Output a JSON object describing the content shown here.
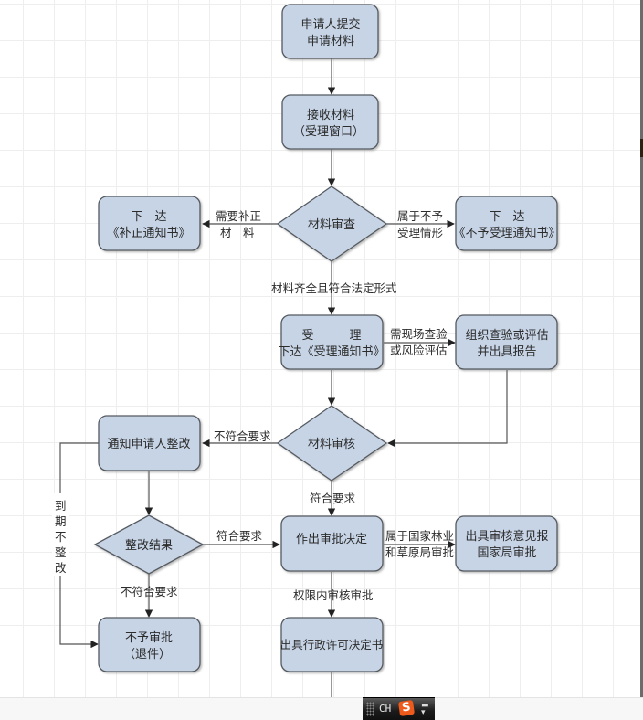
{
  "diagram": {
    "title": "行政许可审批流程图",
    "colors": {
      "node_fill": "#c6d4e6",
      "node_stroke": "#555a60",
      "edge": "#555555",
      "text": "#2c2c2c",
      "grid": "#eeeeee"
    },
    "nodes": {
      "submit": {
        "lines": [
          "申请人提交",
          "申请材料"
        ]
      },
      "receive": {
        "lines": [
          "接收材料",
          "（受理窗口）"
        ]
      },
      "material_check": {
        "lines": [
          "材料审查"
        ]
      },
      "correction_notice": {
        "lines": [
          "下　达",
          "《补正通知书》"
        ]
      },
      "rejection_notice": {
        "lines": [
          "下　达",
          "《不予受理通知书》"
        ]
      },
      "accept": {
        "lines": [
          "受　　　理",
          "下达《受理通知书》"
        ]
      },
      "inspection": {
        "lines": [
          "组织查验或评估",
          "并出具报告"
        ]
      },
      "material_review": {
        "lines": [
          "材料审核"
        ]
      },
      "notify_rectify": {
        "lines": [
          "通知申请人整改"
        ]
      },
      "rectify_result": {
        "lines": [
          "整改结果"
        ]
      },
      "decision": {
        "lines": [
          "作出审批决定"
        ]
      },
      "national_report": {
        "lines": [
          "出具审核意见报",
          "国家局审批"
        ]
      },
      "deny": {
        "lines": [
          "不予审批",
          "（退件）"
        ]
      },
      "permit": {
        "lines": [
          "出具行政许可决定书"
        ]
      }
    },
    "edges": {
      "need_correction": {
        "lines": [
          "需要补正",
          "材　料"
        ]
      },
      "not_acceptable": {
        "lines": [
          "属于不予",
          "受理情形"
        ]
      },
      "complete_and_legal": {
        "lines": [
          "材料齐全且符合法定形式"
        ]
      },
      "need_inspection": {
        "lines": [
          "需现场查验",
          "或风险评估"
        ]
      },
      "review_fail": {
        "lines": [
          "不符合要求"
        ]
      },
      "review_pass": {
        "lines": [
          "符合要求"
        ]
      },
      "rectify_pass": {
        "lines": [
          "符合要求"
        ]
      },
      "rectify_fail": {
        "lines": [
          "不符合要求"
        ]
      },
      "overdue": {
        "lines": [
          "到",
          "期",
          "不",
          "整",
          "改"
        ]
      },
      "national_scope": {
        "lines": [
          "属于国家林业",
          "和草原局审批"
        ]
      },
      "within_authority": {
        "lines": [
          "权限内审核审批"
        ]
      }
    }
  },
  "taskbar": {
    "ime": {
      "lang_label": "CH",
      "logo_glyph": "S",
      "menu_glyph": "▬\n▾"
    }
  }
}
